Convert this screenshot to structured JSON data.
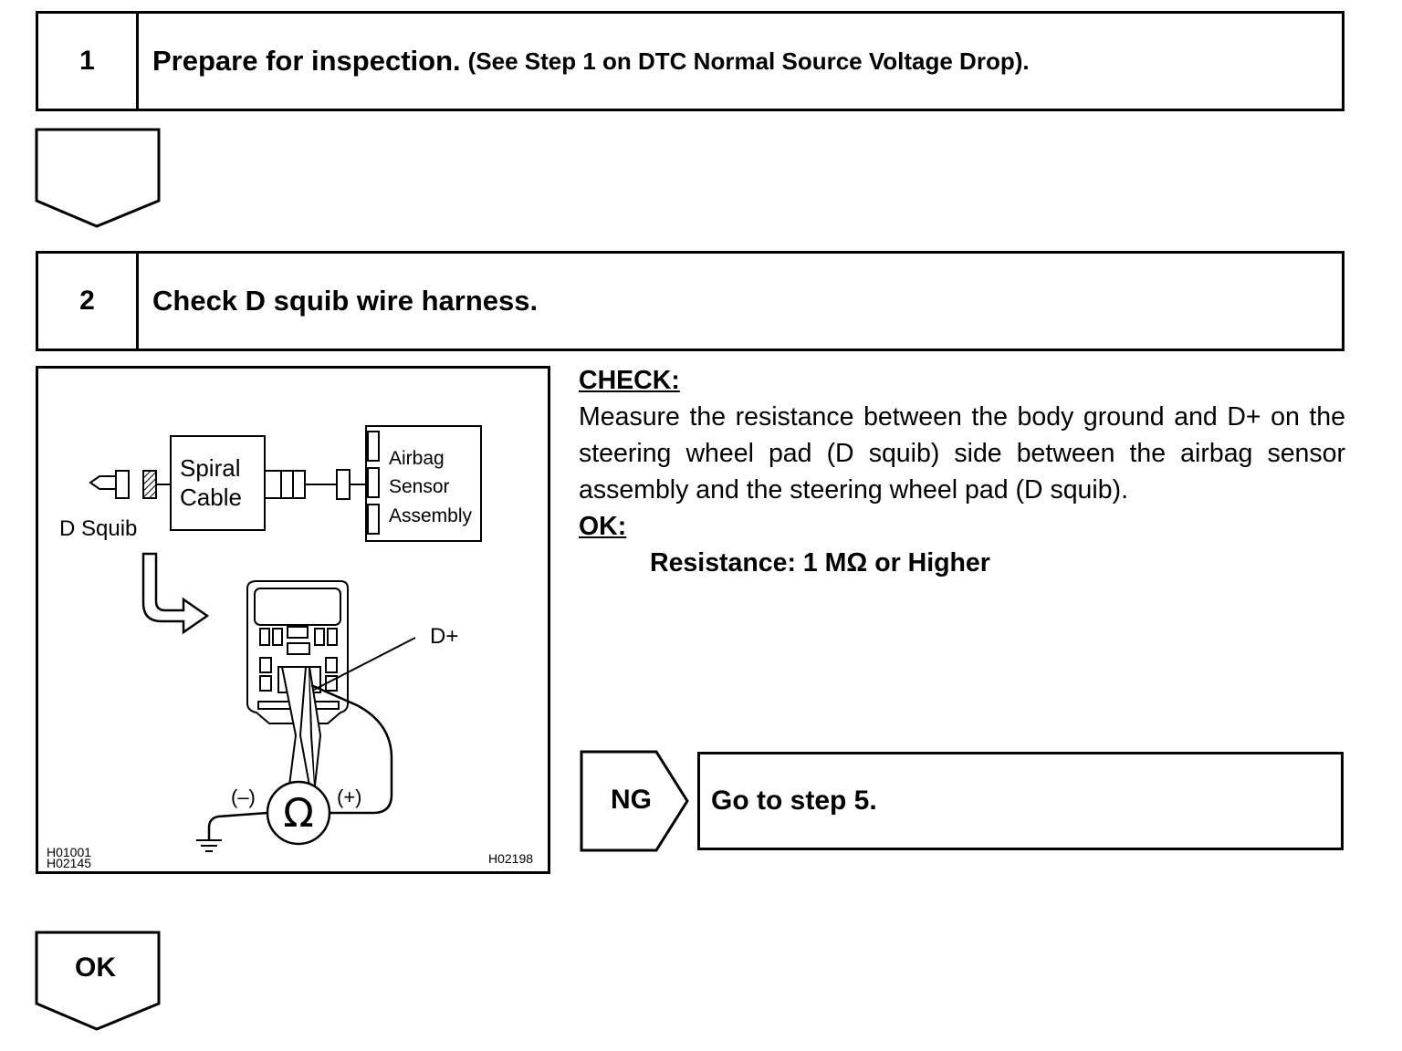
{
  "step1": {
    "number": "1",
    "title": "Prepare for inspection.",
    "note": "(See Step 1 on DTC Normal Source Voltage Drop)."
  },
  "step2": {
    "number": "2",
    "title": "Check D squib wire harness."
  },
  "check": {
    "heading": "CHECK:",
    "text": "Measure the resistance between the body ground and D+ on the steering wheel pad (D squib) side between the airbag sensor assembly and the steering wheel pad (D squib).",
    "ok_heading": "OK:",
    "ok_spec": "Resistance: 1 MΩ or Higher"
  },
  "figure": {
    "spiral_cable_line1": "Spiral",
    "spiral_cable_line2": "Cable",
    "airbag_line1": "Airbag",
    "airbag_line2": "Sensor",
    "airbag_line3": "Assembly",
    "d_squib": "D Squib",
    "d_plus": "D+",
    "minus": "(–)",
    "plus": "(+)",
    "ohm": "Ω",
    "code_left_1": "H01001",
    "code_left_2": "H02145",
    "code_right": "H02198"
  },
  "ng": {
    "label": "NG",
    "action": "Go to step 5."
  },
  "ok": {
    "label": "OK"
  }
}
